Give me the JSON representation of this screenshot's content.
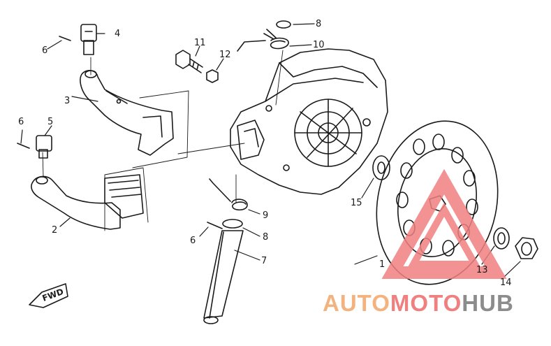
{
  "diagram": {
    "part_numbers": [
      "1",
      "2",
      "3",
      "4",
      "5",
      "6",
      "6",
      "6",
      "7",
      "8",
      "8",
      "9",
      "10",
      "11",
      "12",
      "13",
      "14",
      "15"
    ],
    "fwd_label": "FWD",
    "colors": {
      "line": "#1a1a1a",
      "watermark_red": "#f08080",
      "watermark_orange": "#f4b37e",
      "watermark_gray": "#8c8c8c"
    }
  },
  "watermark": {
    "part1": "AUTO",
    "part2": "MOTO",
    "part3": "HUB"
  }
}
